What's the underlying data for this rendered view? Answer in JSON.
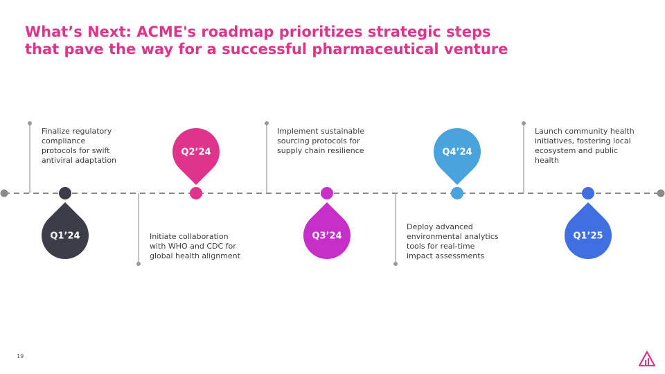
{
  "title": {
    "line1": "What’s Next: ACME's roadmap prioritizes strategic steps",
    "line2": "that pave the way for a successful pharmaceutical venture"
  },
  "milestones": [
    {
      "label": "Q1’24",
      "text": [
        "Finalize regulatory",
        "compliance",
        "protocols for swift",
        "antiviral adaptation"
      ],
      "color": "#3d3d4a",
      "drop": "below",
      "text_side": "above"
    },
    {
      "label": "Q2’24",
      "text": [
        "Initiate collaboration",
        "with WHO and CDC for",
        "global health alignment"
      ],
      "color": "#e0338c",
      "drop": "above",
      "text_side": "below"
    },
    {
      "label": "Q3’24",
      "text": [
        "Implement sustainable",
        "sourcing protocols for",
        "supply chain resilience"
      ],
      "color": "#c72fc9",
      "drop": "below",
      "text_side": "above"
    },
    {
      "label": "Q4’24",
      "text": [
        "Deploy advanced",
        "environmental analytics",
        "tools for real-time",
        "impact assessments"
      ],
      "color": "#4aa3dc",
      "drop": "above",
      "text_side": "below"
    },
    {
      "label": "Q1’25",
      "text": [
        "Launch community health",
        "initiatives, fostering local",
        "ecosystem and public",
        "health"
      ],
      "color": "#3f6fe0",
      "drop": "below",
      "text_side": "above"
    }
  ],
  "colors": {
    "title": "#e0338c",
    "axis": "#8a8a8a",
    "connector": "#9a9a9a"
  },
  "page_number": "19",
  "logo_icon": "company-logo-icon"
}
